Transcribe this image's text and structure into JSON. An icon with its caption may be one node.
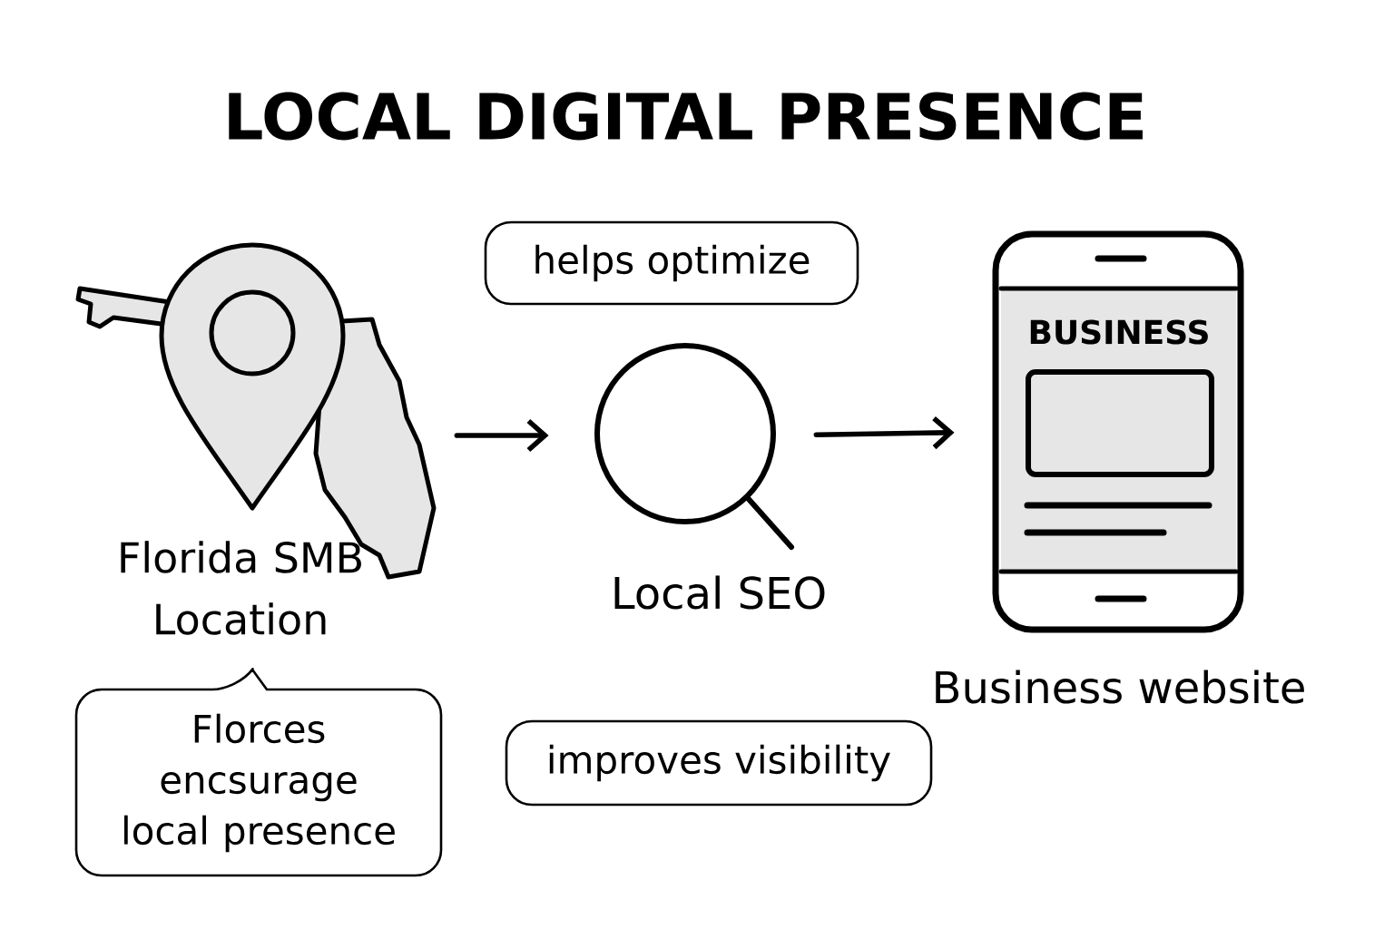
{
  "diagram": {
    "title": "LOCAL DIGITAL PRESENCE",
    "nodes": [
      {
        "text": [],
        "shape": "picture",
        "beside": [
          "Florida SMB Location"
        ]
      },
      {
        "text": [
          "helps optimize"
        ]
      },
      {
        "text": [],
        "shape": "magnifier",
        "beside": [
          "Local SEO"
        ]
      },
      {
        "text": [
          "BUSINESS"
        ],
        "beside": [
          "Business website"
        ]
      },
      {
        "text": [
          "Florces encsurage local presence"
        ]
      },
      {
        "text": [
          "improves visibility"
        ]
      }
    ],
    "edges": [
      {
        "from": 0,
        "to": 2,
        "arrow": "to"
      },
      {
        "from": 2,
        "to": 3,
        "arrow": "to"
      }
    ]
  }
}
